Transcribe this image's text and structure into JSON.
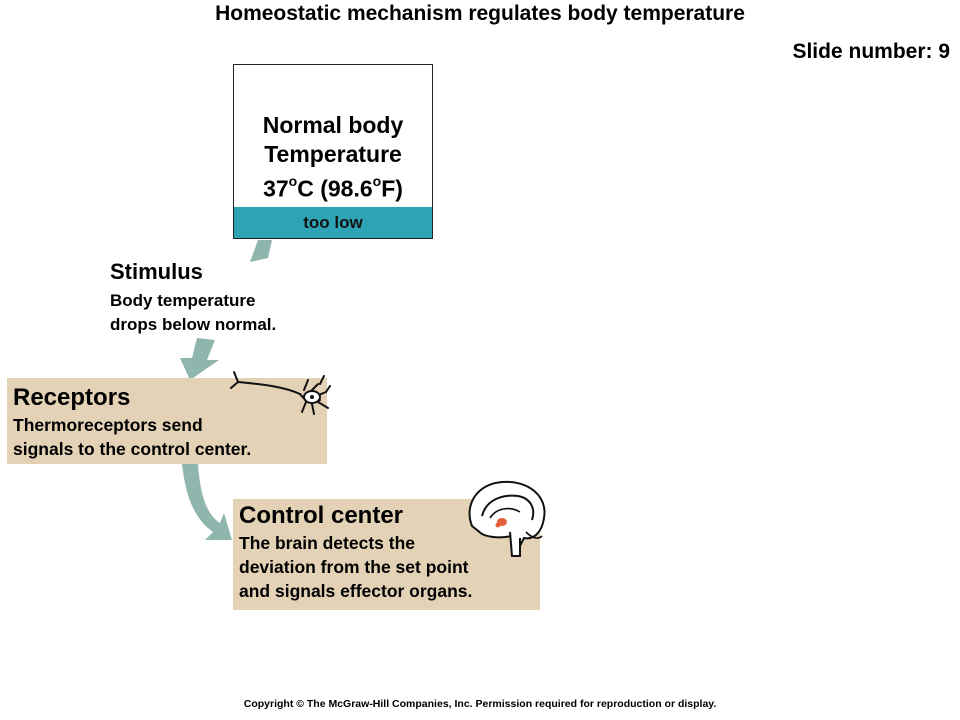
{
  "slide": {
    "title": "Homeostatic mechanism regulates body temperature",
    "slide_number_label": "Slide number: 9",
    "copyright": "Copyright © The McGraw-Hill Companies, Inc. Permission required for reproduction or display."
  },
  "set_point": {
    "line1": "Normal body",
    "line2": "Temperature",
    "line3_value_c": "37",
    "line3_unit_c": "C (98.6",
    "line3_unit_f": "F)",
    "degree_symbol": "o",
    "status_label": "too low"
  },
  "stimulus": {
    "title": "Stimulus",
    "line1": "Body temperature",
    "line2": "drops below normal."
  },
  "receptors": {
    "title": "Receptors",
    "line1": "Thermoreceptors send",
    "line2": "signals to the control center."
  },
  "control_center": {
    "title": "Control center",
    "line1": "The brain detects the",
    "line2": "deviation from the set point",
    "line3": "and signals effector organs."
  },
  "colors": {
    "box_fill": "#e3d2b6",
    "too_low_bar": "#2ea3b5",
    "arrow": "#8fb6ad"
  },
  "icons": {
    "neuron": "neuron-icon",
    "brain": "brain-icon"
  }
}
